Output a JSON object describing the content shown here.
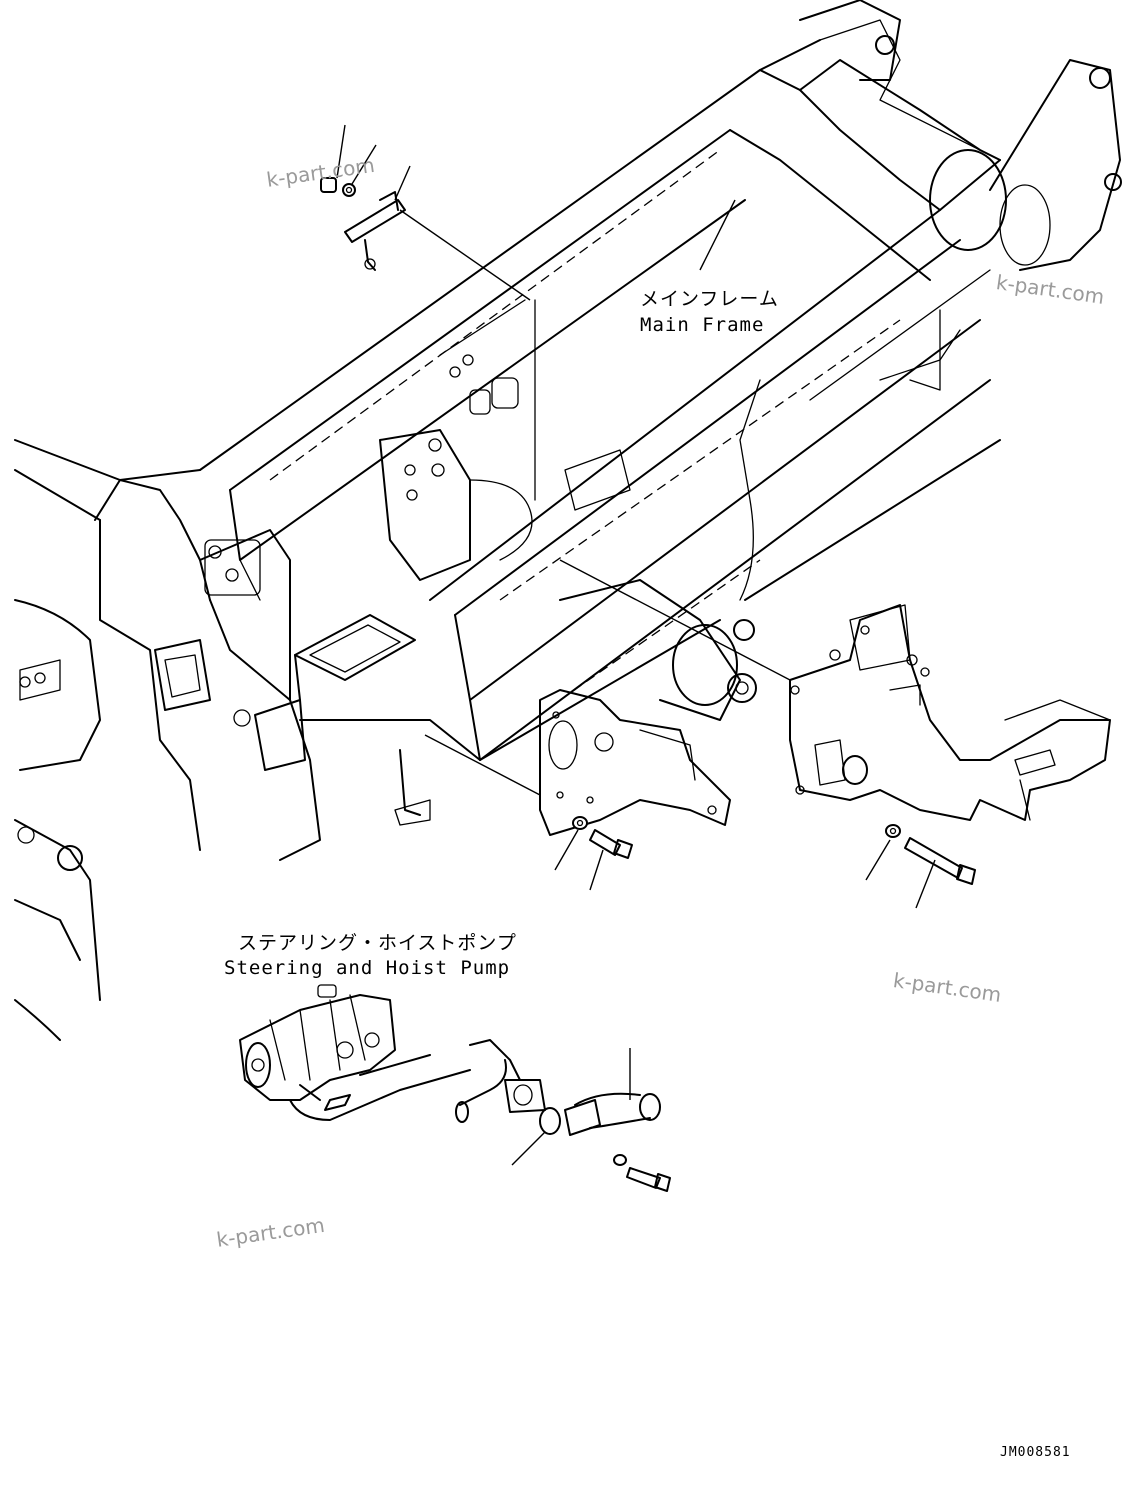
{
  "labels": {
    "main_frame_jp": "メインフレーム",
    "main_frame_en": "Main Frame",
    "pump_jp": "ステアリング・ホイストポンプ",
    "pump_en": "Steering and Hoist Pump"
  },
  "watermarks": [
    "k-part.com",
    "k-part.com",
    "k-part.com",
    "k-part.com"
  ],
  "drawing_code": "JM008581"
}
